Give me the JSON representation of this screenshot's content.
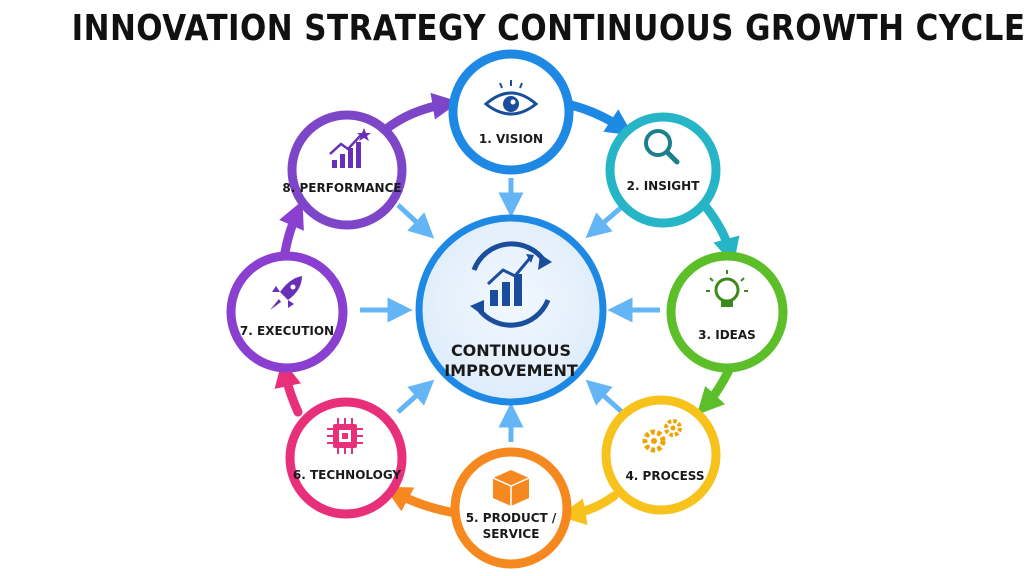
{
  "title": "INNOVATION STRATEGY CONTINUOUS GROWTH CYCLE",
  "center": {
    "label_line1": "CONTINUOUS",
    "label_line2": "IMPROVEMENT",
    "icon": "growth-cycle-icon",
    "color": "#1e88e5"
  },
  "stages": [
    {
      "label": "1. VISION",
      "icon": "eye-icon",
      "color": "#1e88e5"
    },
    {
      "label": "2. INSIGHT",
      "icon": "magnifier-icon",
      "color": "#26b5c6"
    },
    {
      "label": "3. IDEAS",
      "icon": "lightbulb-icon",
      "color": "#5cbf2a"
    },
    {
      "label": "4. PROCESS",
      "icon": "gears-icon",
      "color": "#f7c21b"
    },
    {
      "label_line1": "5. PRODUCT /",
      "label_line2": "SERVICE",
      "icon": "box-icon",
      "color": "#f5891f"
    },
    {
      "label": "6. TECHNOLOGY",
      "icon": "chip-icon",
      "color": "#e8307a"
    },
    {
      "label": "7. EXECUTION",
      "icon": "rocket-icon",
      "color": "#8a3fd1"
    },
    {
      "label": "8. PERFORMANCE",
      "icon": "chart-icon",
      "color": "#7d45c8"
    }
  ],
  "inner_arrow_color": "#64b5f6"
}
